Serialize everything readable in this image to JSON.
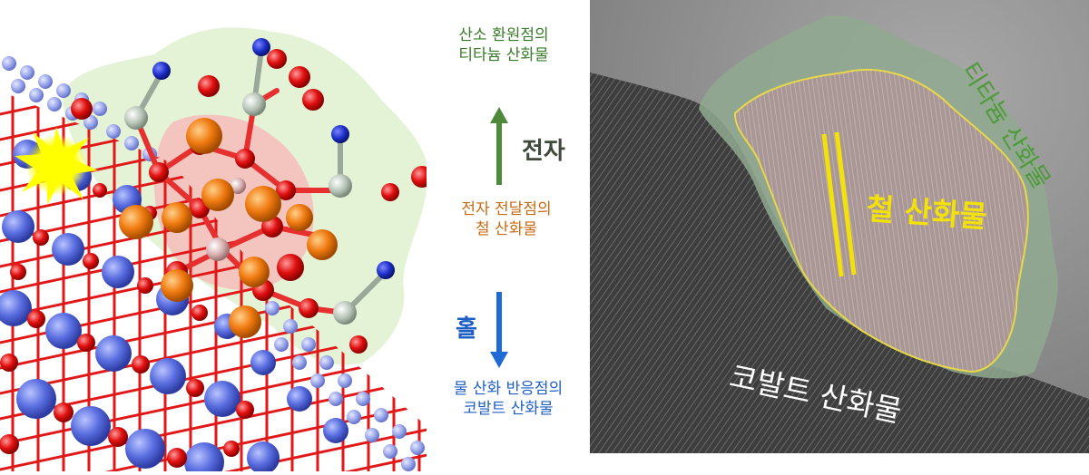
{
  "labels": {
    "top_line1": "산소 환원점의",
    "top_line2": "티타늄 산화물",
    "electron": "전자",
    "mid_line1": "전자 전달점의",
    "mid_line2": "철 산화물",
    "hole": "홀",
    "bot_line1": "물 산화 반응점의",
    "bot_line2": "코발트 산화물"
  },
  "tem": {
    "iron_oxide": "철 산화물",
    "cobalt_oxide": "코발트 산화물",
    "titanium_oxide": "티타늄 산화물"
  },
  "colors": {
    "green_label": "#3a7a2a",
    "orange_label": "#c86a10",
    "blue_label": "#1f5fc4",
    "iron_highlight": "#f3e10a",
    "electron_arrow": "#4f8a3a",
    "hole_arrow": "#1f6ad4"
  }
}
